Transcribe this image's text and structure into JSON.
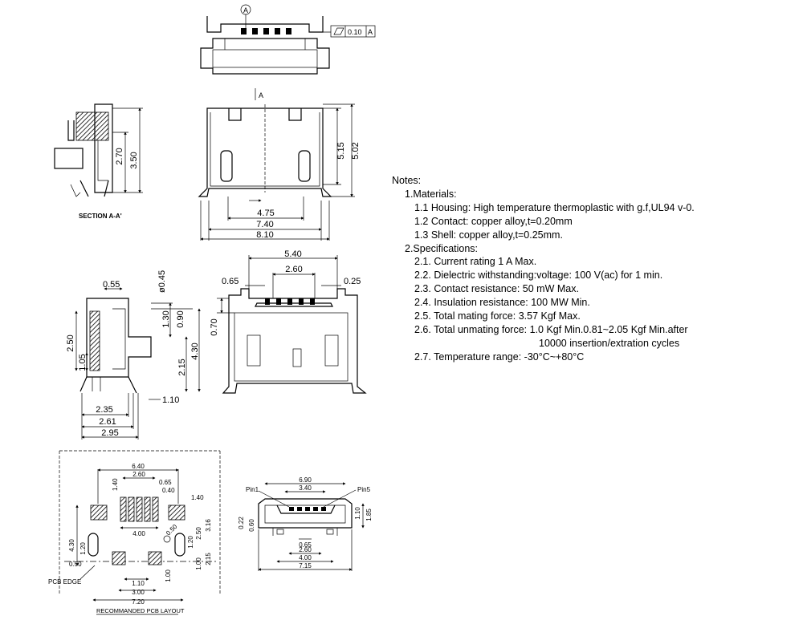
{
  "top_view": {
    "datum": "A",
    "tolerance_value": "0.10",
    "tolerance_datum": "A"
  },
  "section": {
    "title": "SECTION A-A'",
    "dims": [
      "2.70",
      "3.50"
    ]
  },
  "front_view": {
    "section_marker": "A",
    "dims": [
      "5.15",
      "5.02",
      "4.75",
      "7.40",
      "8.10"
    ]
  },
  "side_view": {
    "dims": [
      "0.55",
      "ø0.45",
      "1.30",
      "0.90",
      "2.50",
      "1.05",
      "4.30",
      "2.15",
      "1.10",
      "2.35",
      "2.61",
      "2.95"
    ]
  },
  "end_view": {
    "dims": [
      "5.40",
      "2.60",
      "0.65",
      "0.25",
      "0.70"
    ]
  },
  "pcb_layout": {
    "title": "RECOMMANDED PCB LAYOUT",
    "edge_label": "PCB EDGE",
    "dims": [
      "6.40",
      "2.60",
      "0.65",
      "0.40",
      "1.40",
      "1.40",
      "4.00",
      "4.30",
      "1.20",
      "0.50",
      "1.20",
      "2.50",
      "3.16",
      "1.00",
      "2.15",
      "1.10",
      "3.00",
      "7.20",
      "1.00",
      "0.50"
    ]
  },
  "panel_view": {
    "pin1_label": "Pin1",
    "pin5_label": "Pin5",
    "dims": [
      "6.90",
      "3.40",
      "1.10",
      "1.85",
      "0.22",
      "0.60",
      "0.65",
      "2.60",
      "4.00",
      "7.15"
    ]
  },
  "notes": {
    "heading": "Notes:",
    "materials_heading": "1.Materials:",
    "materials": [
      "1.1 Housing: High temperature thermoplastic with g.f,UL94 v-0.",
      "1.2 Contact: copper alloy,t=0.20mm",
      "1.3 Shell: copper alloy,t=0.25mm."
    ],
    "specs_heading": "2.Specifications:",
    "specs": [
      "2.1. Current rating  1 A Max.",
      "2.2. Dielectric withstanding:voltage: 100 V(ac) for 1 min.",
      "2.3. Contact resistance: 50 mW Max.",
      "2.4. Insulation resistance: 100 MW Min.",
      "2.5. Total mating force: 3.57 Kgf Max.",
      "2.6. Total unmating force: 1.0 Kgf Min.0.81~2.05 Kgf Min.after"
    ],
    "specs_continued": "10000 insertion/extration cycles",
    "spec_last": "2.7. Temperature range: -30°C~+80°C"
  }
}
